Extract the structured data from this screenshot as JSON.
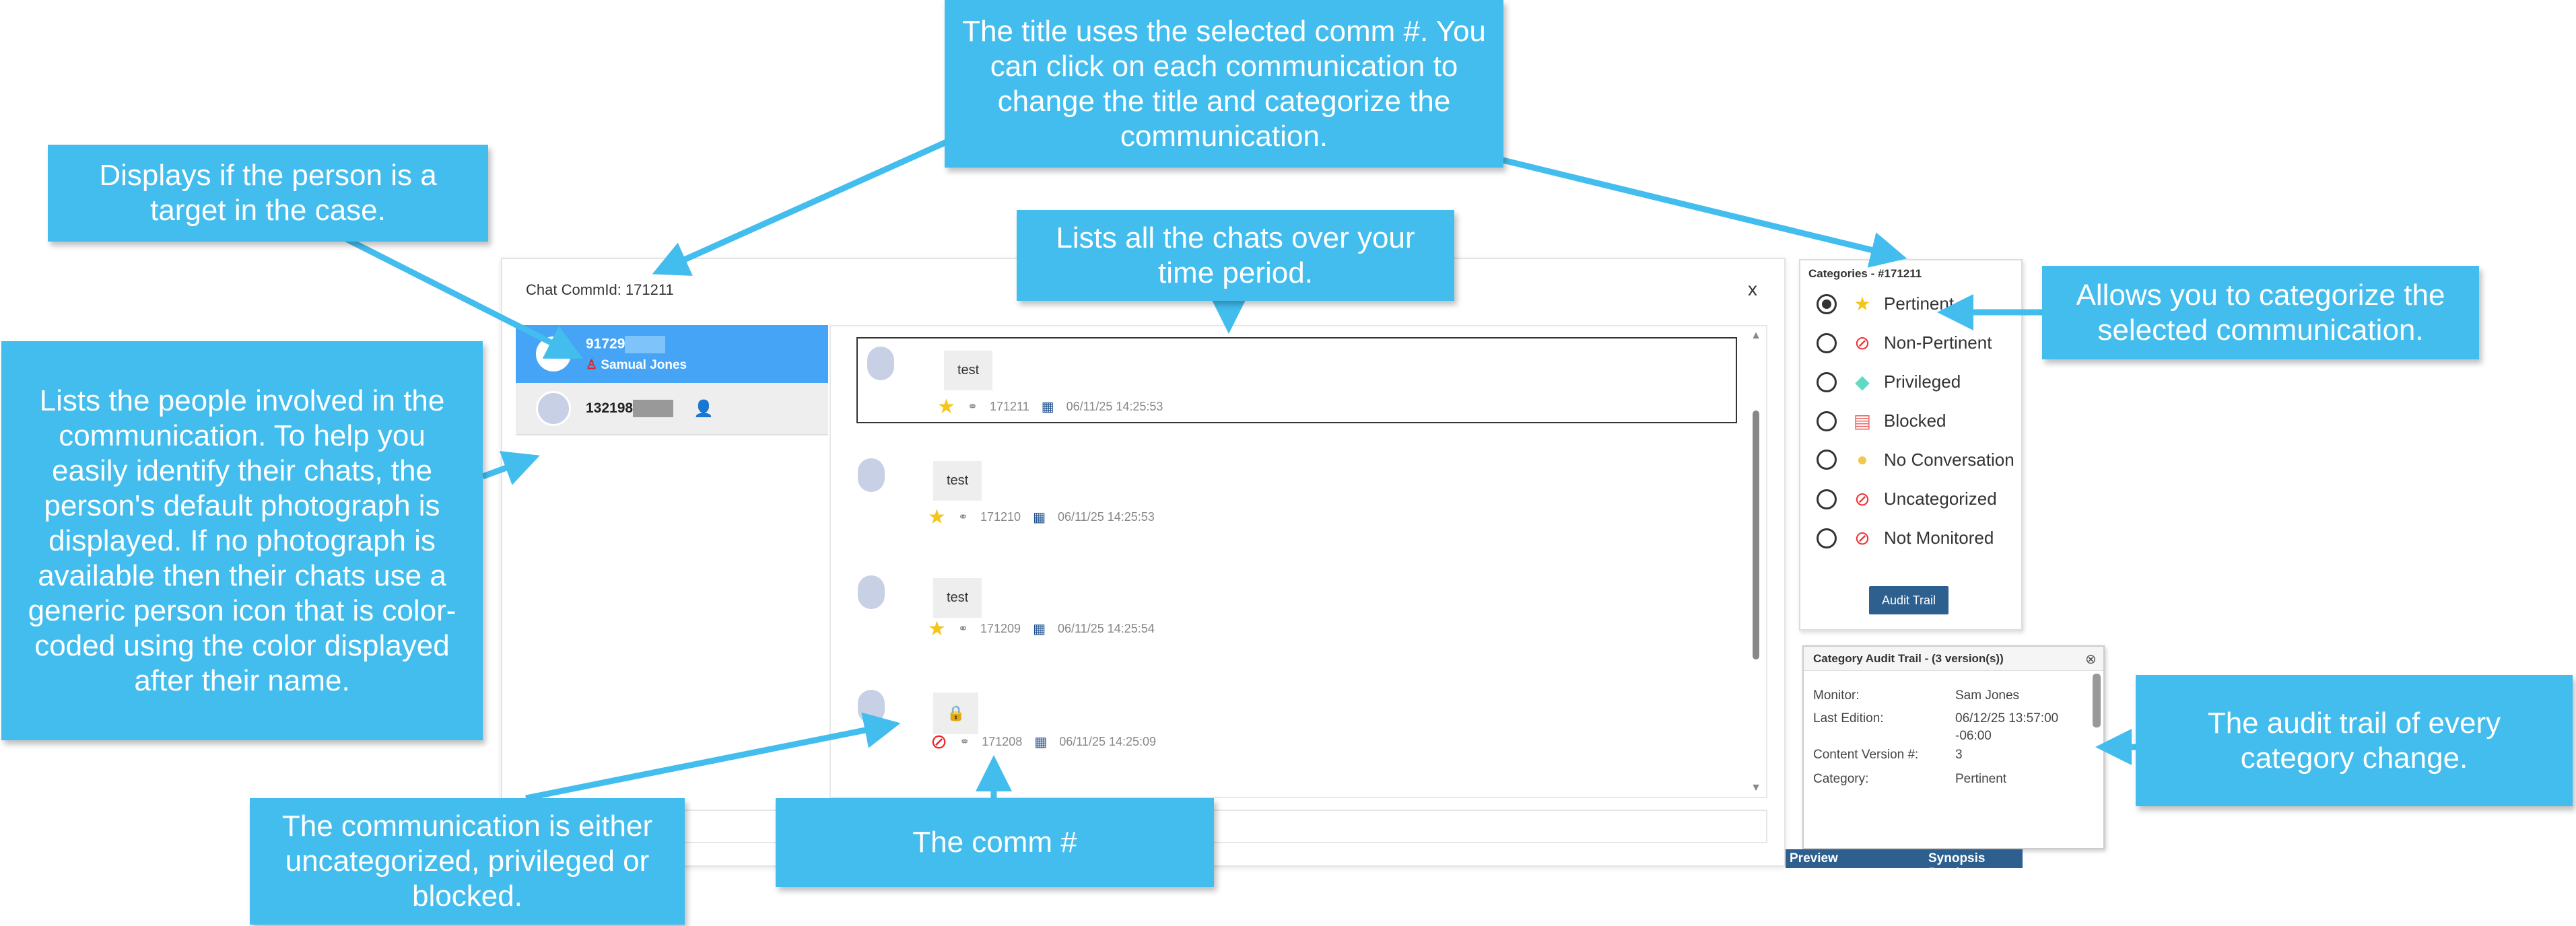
{
  "modal": {
    "title": "Chat CommId: 171211",
    "close": "x"
  },
  "participants": [
    {
      "number": "91729",
      "name": "Samual Jones",
      "selected": true
    },
    {
      "number": "132198",
      "selected": false
    }
  ],
  "messages": [
    {
      "text": "test",
      "comm": "171211",
      "time": "06/11/25 14:25:53",
      "category": "star-icon",
      "selected": true
    },
    {
      "text": "test",
      "comm": "171210",
      "time": "06/11/25 14:25:53",
      "category": "star-icon"
    },
    {
      "text": "test",
      "comm": "171209",
      "time": "06/11/25 14:25:54",
      "category": "star-icon"
    },
    {
      "text": "",
      "comm": "171208",
      "time": "06/11/25 14:25:09",
      "category": "not-monitored-icon",
      "content_icon": "lock-icon"
    }
  ],
  "categories": {
    "title": "Categories - #171211",
    "items": [
      {
        "label": "Pertinent",
        "selected": true
      },
      {
        "label": "Non-Pertinent"
      },
      {
        "label": "Privileged"
      },
      {
        "label": "Blocked"
      },
      {
        "label": "No Conversation"
      },
      {
        "label": "Uncategorized"
      },
      {
        "label": "Not Monitored"
      }
    ],
    "button": "Audit Trail"
  },
  "audit": {
    "title": "Category Audit Trail - (3 version(s))",
    "rows": [
      {
        "label": "Monitor:",
        "value": "Sam Jones"
      },
      {
        "label": "Last Edition:",
        "value": "06/12/25 13:57:00",
        "value2": "-06:00"
      },
      {
        "label": "Content Version #:",
        "value": "3"
      },
      {
        "label": "Category:",
        "value": "Pertinent"
      }
    ]
  },
  "bottom_bar": {
    "left": "Preview",
    "right": "Synopsis Previe"
  },
  "callouts": {
    "title": "The title uses the selected comm #. You can click on each communication to change the title and categorize the communication.",
    "target": "Displays if the person is a target in the case.",
    "chats": "Lists all the chats over your time period.",
    "people": "Lists the people involved in the communication. To help you easily identify their chats, the person's default photograph is displayed. If no photograph is available then their chats use a generic person icon that is color-coded using the color displayed after their name.",
    "categorize": "Allows you to categorize the selected communication.",
    "audit": "The audit trail of every category change.",
    "uncat": "The communication is either uncategorized, privileged or blocked.",
    "comm": "The comm #"
  },
  "colors": {
    "callout": "#42bdee",
    "selected_row": "#45a4f5",
    "button": "#2d5f8f"
  }
}
